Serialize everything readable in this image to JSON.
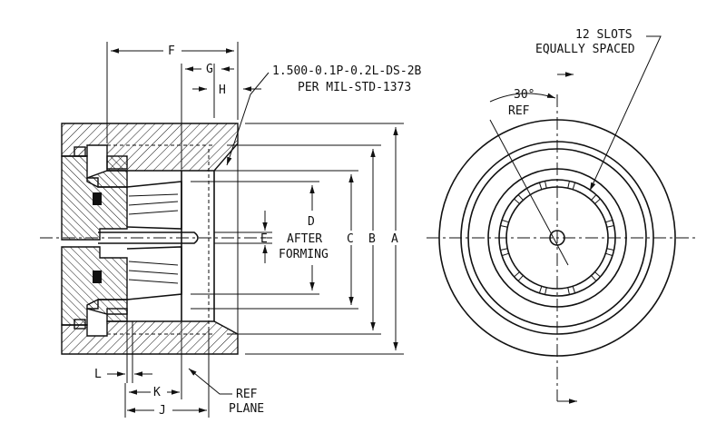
{
  "drawing": {
    "section_view": {
      "dimension_labels": {
        "a": "A",
        "b": "B",
        "c": "C",
        "d": "D",
        "e": "E",
        "f": "F",
        "g": "G",
        "h": "H",
        "j": "J",
        "k": "K",
        "l": "L"
      },
      "after_forming_line1": "AFTER",
      "after_forming_line2": "FORMING",
      "thread_note_line1": "1.500-0.1P-0.2L-DS-2B",
      "thread_note_line2": "PER MIL-STD-1373",
      "ref_plane_line1": "REF",
      "ref_plane_line2": "PLANE"
    },
    "end_view": {
      "slots_note_line1": "12 SLOTS",
      "slots_note_line2": "EQUALLY SPACED",
      "angle_label": "30°",
      "angle_ref": "REF",
      "slot_count": 12,
      "angle_degrees": 30
    }
  }
}
